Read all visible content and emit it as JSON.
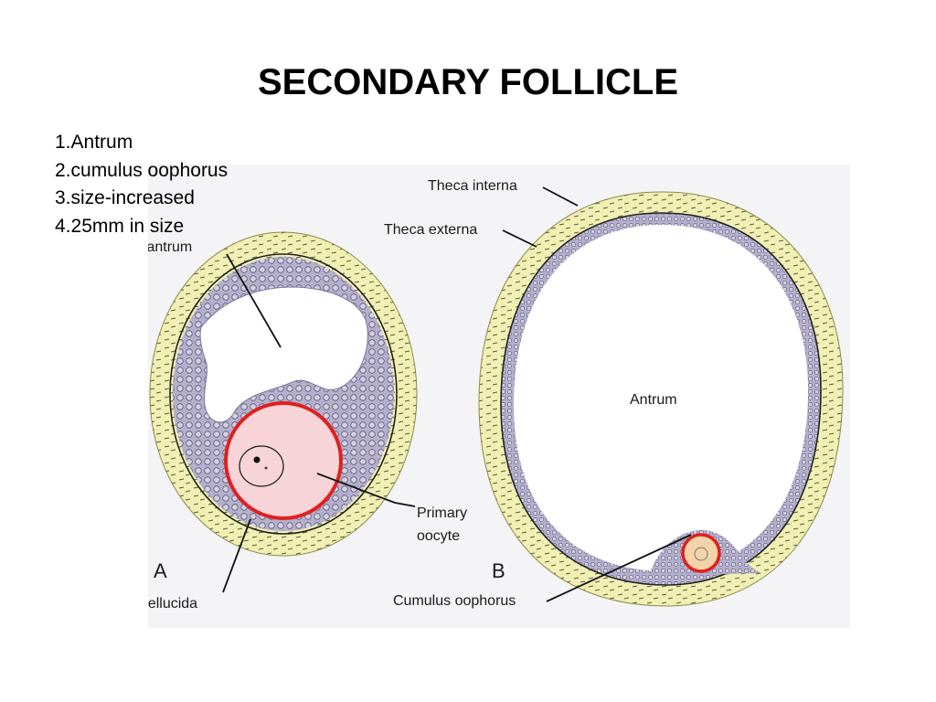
{
  "title": "SECONDARY FOLLICLE",
  "points": [
    "1.Antrum",
    "2.cumulus oophorus",
    "3.size-increased",
    "4.25mm in size"
  ],
  "figure": {
    "labels": {
      "follicular_antrum": "Follicular antrum",
      "theca_interna": "Theca interna",
      "theca_externa": "Theca externa",
      "antrum": "Antrum",
      "primary": "Primary",
      "oocyte": "oocyte",
      "zona_pellucida": "Zona pellucida",
      "cumulus_oophorus": "Cumulus oophorus",
      "panel_a": "A",
      "panel_b": "B"
    },
    "colors": {
      "theca": "#f0efb4",
      "granulosa": "#b3afcc",
      "oocyte": "#f6d4d8",
      "zona": "#e02020",
      "cumulus_oocyte": "#f3d3a8"
    }
  }
}
